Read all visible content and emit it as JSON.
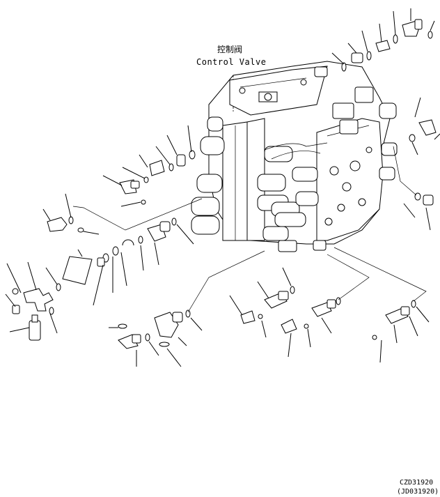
{
  "diagram": {
    "title_cn": "控制阀",
    "title_en": "Control Valve",
    "figure_code": "CZD31920",
    "figure_code_alt": "(JD031920)"
  }
}
